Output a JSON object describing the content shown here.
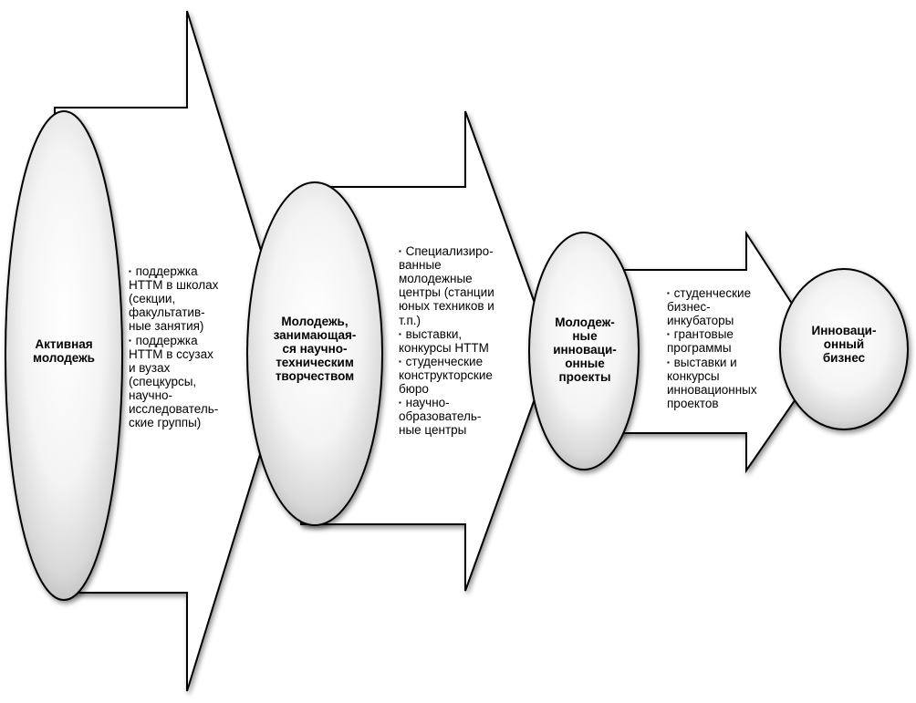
{
  "stages": [
    {
      "title_lines": [
        "Активная",
        "молодежь"
      ],
      "bullets": [
        [
          "поддержка",
          "НТТМ в школах",
          "(секции,",
          "факультатив-",
          "ные занятия)"
        ],
        [
          "поддержка",
          "НТТМ в ссузах",
          "и вузах",
          "(спецкурсы,",
          "научно-",
          "исследователь-",
          "ские группы)"
        ]
      ]
    },
    {
      "title_lines": [
        "Молодежь,",
        "занимающая-",
        "ся научно-",
        "техническим",
        "творчеством"
      ],
      "bullets": [
        [
          "Специализиро-",
          "ванные",
          "молодежные",
          "центры (станции",
          "юных техников и",
          "т.п.)"
        ],
        [
          "выставки,",
          "конкурсы НТТМ"
        ],
        [
          "студенческие",
          "конструкторские",
          "бюро"
        ],
        [
          "научно-",
          "образователь-",
          "ные центры"
        ]
      ]
    },
    {
      "title_lines": [
        "Молодеж-",
        "ные",
        "инноваци-",
        "онные",
        "проекты"
      ],
      "bullets": [
        [
          "студенческие",
          "бизнес-",
          "инкубаторы"
        ],
        [
          "грантовые",
          "программы"
        ],
        [
          "выставки и",
          "конкурсы",
          "инновационных",
          "проектов"
        ]
      ]
    },
    {
      "title_lines": [
        "Инноваци-",
        "онный",
        "бизнес"
      ],
      "bullets": []
    }
  ]
}
